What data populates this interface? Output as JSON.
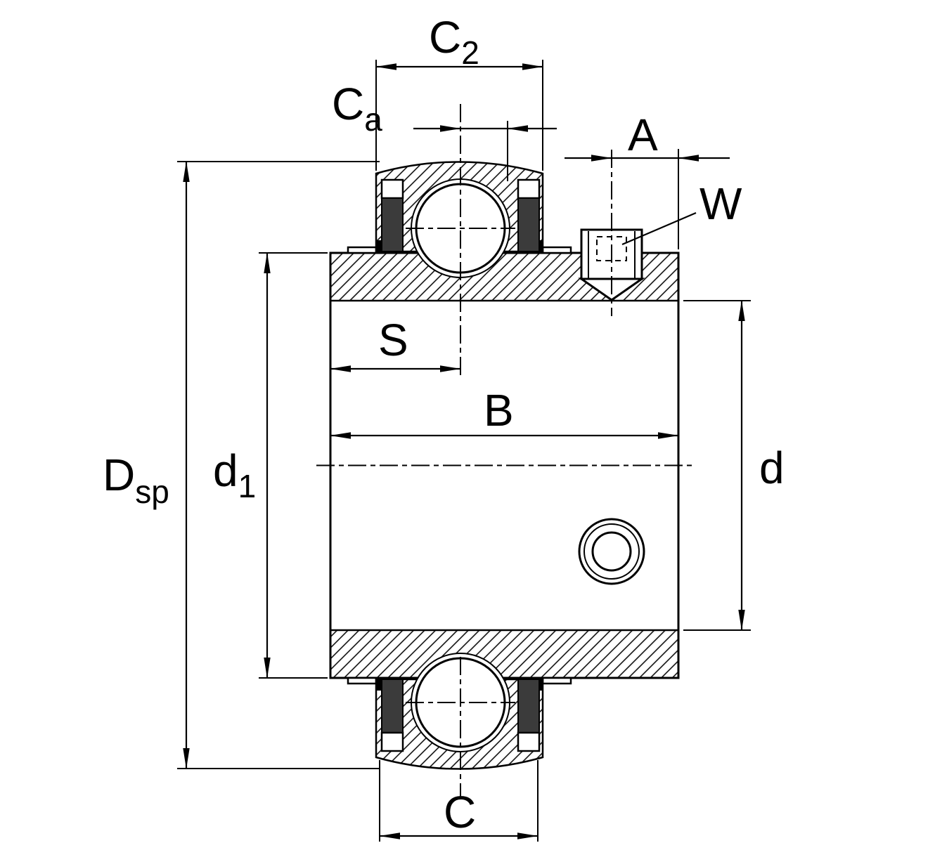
{
  "drawing": {
    "type": "bearing-section-diagram",
    "colors": {
      "line": "#000000",
      "background": "#ffffff",
      "seal": "#3b3b3b"
    }
  },
  "labels": {
    "c2": {
      "base": "C",
      "sub": "2"
    },
    "ca": {
      "base": "C",
      "sub": "a"
    },
    "a": {
      "base": "A"
    },
    "w": {
      "base": "W"
    },
    "s": {
      "base": "S"
    },
    "b": {
      "base": "B"
    },
    "dsp": {
      "base": "D",
      "sub": "sp"
    },
    "d1": {
      "base": "d",
      "sub": "1"
    },
    "d": {
      "base": "d"
    },
    "c": {
      "base": "C"
    }
  }
}
